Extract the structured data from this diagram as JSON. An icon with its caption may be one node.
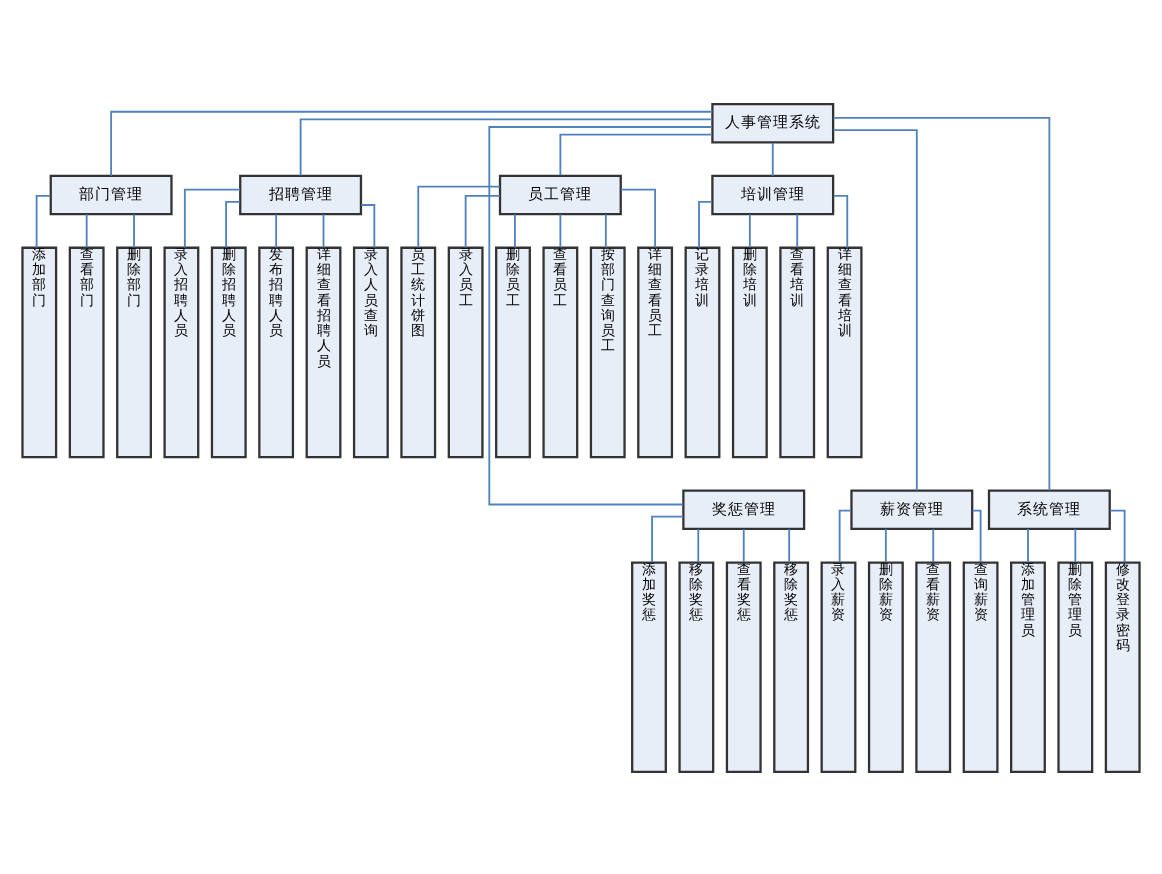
{
  "diagram": {
    "nodes": [
      {
        "text": [
          "人事管理系统"
        ]
      },
      {
        "text": [
          "部门管理"
        ]
      },
      {
        "text": [
          "添加部门"
        ]
      },
      {
        "text": [
          "查看部门"
        ]
      },
      {
        "text": [
          "删除部门"
        ]
      },
      {
        "text": [
          "招聘管理"
        ]
      },
      {
        "text": [
          "录入招聘人员"
        ]
      },
      {
        "text": [
          "删除招聘人员"
        ]
      },
      {
        "text": [
          "发布招聘人员"
        ]
      },
      {
        "text": [
          "详细查看招聘人员"
        ]
      },
      {
        "text": [
          "录入人员查询"
        ]
      },
      {
        "text": [
          "员工管理"
        ]
      },
      {
        "text": [
          "员工统计饼图"
        ]
      },
      {
        "text": [
          "录入员工"
        ]
      },
      {
        "text": [
          "删除员工"
        ]
      },
      {
        "text": [
          "查看员工"
        ]
      },
      {
        "text": [
          "按部门查询员工"
        ]
      },
      {
        "text": [
          "详细查看员工"
        ]
      },
      {
        "text": [
          "培训管理"
        ]
      },
      {
        "text": [
          "记录培训"
        ]
      },
      {
        "text": [
          "删除培训"
        ]
      },
      {
        "text": [
          "查看培训"
        ]
      },
      {
        "text": [
          "详细查看培训"
        ]
      },
      {
        "text": [
          "奖惩管理"
        ]
      },
      {
        "text": [
          "添加奖惩"
        ]
      },
      {
        "text": [
          "移除奖惩"
        ]
      },
      {
        "text": [
          "查看奖惩"
        ]
      },
      {
        "text": [
          "移除奖惩"
        ]
      },
      {
        "text": [
          "薪资管理"
        ]
      },
      {
        "text": [
          "录入薪资"
        ]
      },
      {
        "text": [
          "删除薪资"
        ]
      },
      {
        "text": [
          "查看薪资"
        ]
      },
      {
        "text": [
          "查询薪资"
        ]
      },
      {
        "text": [
          "系统管理"
        ]
      },
      {
        "text": [
          "添加管理员"
        ]
      },
      {
        "text": [
          "删除管理员"
        ]
      },
      {
        "text": [
          "修改登录密码"
        ]
      }
    ],
    "edges": [
      {
        "from": 0,
        "to": 1,
        "arrow": "none"
      },
      {
        "from": 0,
        "to": 5,
        "arrow": "none"
      },
      {
        "from": 0,
        "to": 11,
        "arrow": "none"
      },
      {
        "from": 0,
        "to": 18,
        "arrow": "none"
      },
      {
        "from": 0,
        "to": 23,
        "arrow": "none"
      },
      {
        "from": 0,
        "to": 28,
        "arrow": "none"
      },
      {
        "from": 0,
        "to": 33,
        "arrow": "none"
      },
      {
        "from": 1,
        "to": 2,
        "arrow": "none"
      },
      {
        "from": 1,
        "to": 3,
        "arrow": "none"
      },
      {
        "from": 1,
        "to": 4,
        "arrow": "none"
      },
      {
        "from": 5,
        "to": 6,
        "arrow": "none"
      },
      {
        "from": 5,
        "to": 7,
        "arrow": "none"
      },
      {
        "from": 5,
        "to": 8,
        "arrow": "none"
      },
      {
        "from": 5,
        "to": 9,
        "arrow": "none"
      },
      {
        "from": 5,
        "to": 10,
        "arrow": "none"
      },
      {
        "from": 11,
        "to": 12,
        "arrow": "none"
      },
      {
        "from": 11,
        "to": 13,
        "arrow": "none"
      },
      {
        "from": 11,
        "to": 14,
        "arrow": "none"
      },
      {
        "from": 11,
        "to": 15,
        "arrow": "none"
      },
      {
        "from": 11,
        "to": 16,
        "arrow": "none"
      },
      {
        "from": 11,
        "to": 17,
        "arrow": "none"
      },
      {
        "from": 18,
        "to": 19,
        "arrow": "none"
      },
      {
        "from": 18,
        "to": 20,
        "arrow": "none"
      },
      {
        "from": 18,
        "to": 21,
        "arrow": "none"
      },
      {
        "from": 18,
        "to": 22,
        "arrow": "none"
      },
      {
        "from": 23,
        "to": 24,
        "arrow": "none"
      },
      {
        "from": 23,
        "to": 25,
        "arrow": "none"
      },
      {
        "from": 23,
        "to": 26,
        "arrow": "none"
      },
      {
        "from": 23,
        "to": 27,
        "arrow": "none"
      },
      {
        "from": 28,
        "to": 29,
        "arrow": "none"
      },
      {
        "from": 28,
        "to": 30,
        "arrow": "none"
      },
      {
        "from": 28,
        "to": 31,
        "arrow": "none"
      },
      {
        "from": 28,
        "to": 32,
        "arrow": "none"
      },
      {
        "from": 33,
        "to": 34,
        "arrow": "none"
      },
      {
        "from": 33,
        "to": 35,
        "arrow": "none"
      },
      {
        "from": 33,
        "to": 36,
        "arrow": "none"
      }
    ]
  }
}
